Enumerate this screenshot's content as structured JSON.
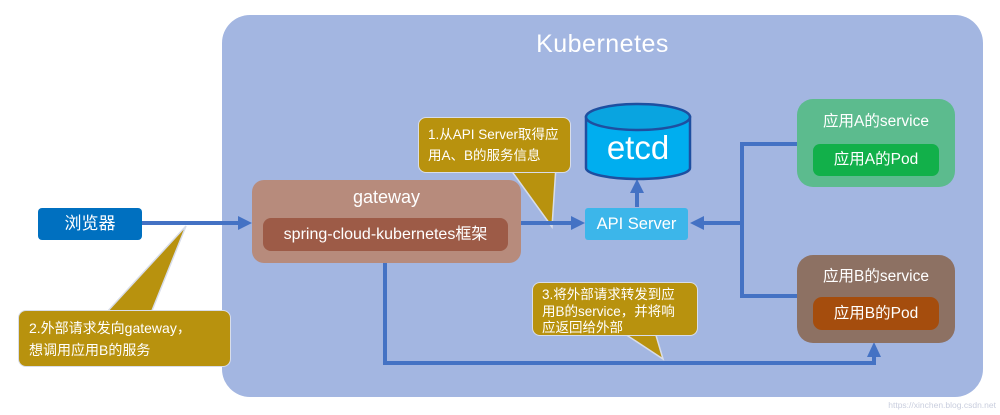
{
  "diagram": {
    "title": "Kubernetes",
    "watermark": "https://xinchen.blog.csdn.net",
    "nodes": {
      "browser": {
        "label": "浏览器"
      },
      "gateway": {
        "label": "gateway",
        "framework": "spring-cloud-kubernetes框架"
      },
      "etcd": {
        "label": "etcd"
      },
      "api_server": {
        "label": "API Server"
      },
      "service_a": {
        "label": "应用A的service",
        "pod": "应用A的Pod"
      },
      "service_b": {
        "label": "应用B的service",
        "pod": "应用B的Pod"
      }
    },
    "callouts": {
      "step1": {
        "text": "1.从API Server取得应\n用A、B的服务信息"
      },
      "step2": {
        "text": "2.外部请求发向gateway，\n想调用应用B的服务"
      },
      "step3": {
        "text": "3.将外部请求转发到应\n用B的service，并将响\n应返回给外部"
      }
    },
    "colors": {
      "container": "#a3b6e1",
      "connector_line": "#4472c4",
      "browser": "#0070c0",
      "gateway_outer": "#b78b7c",
      "gateway_inner": "#9d5b47",
      "etcd_body": "#00aeef",
      "etcd_top": "#09a4e0",
      "etcd_outline": "#1e4fa0",
      "api_server": "#3cb6ea",
      "service_a_outer": "#5cbb8e",
      "service_a_inner": "#12b04a",
      "service_b_outer": "#8d7163",
      "service_b_inner": "#a54d0d",
      "callout": "#b8920e"
    }
  }
}
